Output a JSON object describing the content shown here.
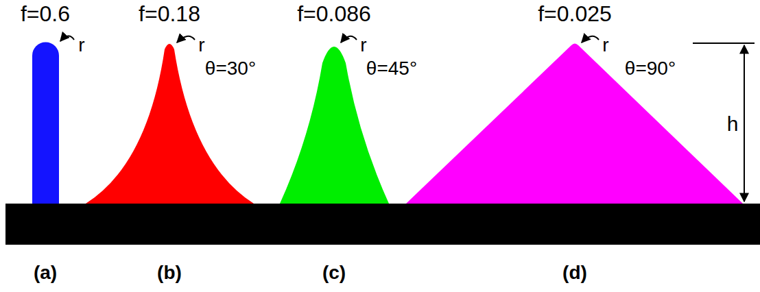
{
  "diagram": {
    "labels": [
      "f=0.6",
      "f=0.18",
      "f=0.086",
      "f=0.025",
      "r",
      "r",
      "θ=30°",
      "r",
      "θ=45°",
      "r",
      "θ=90°",
      "h",
      "(a)",
      "(b)",
      "(c)",
      "(d)"
    ]
  }
}
